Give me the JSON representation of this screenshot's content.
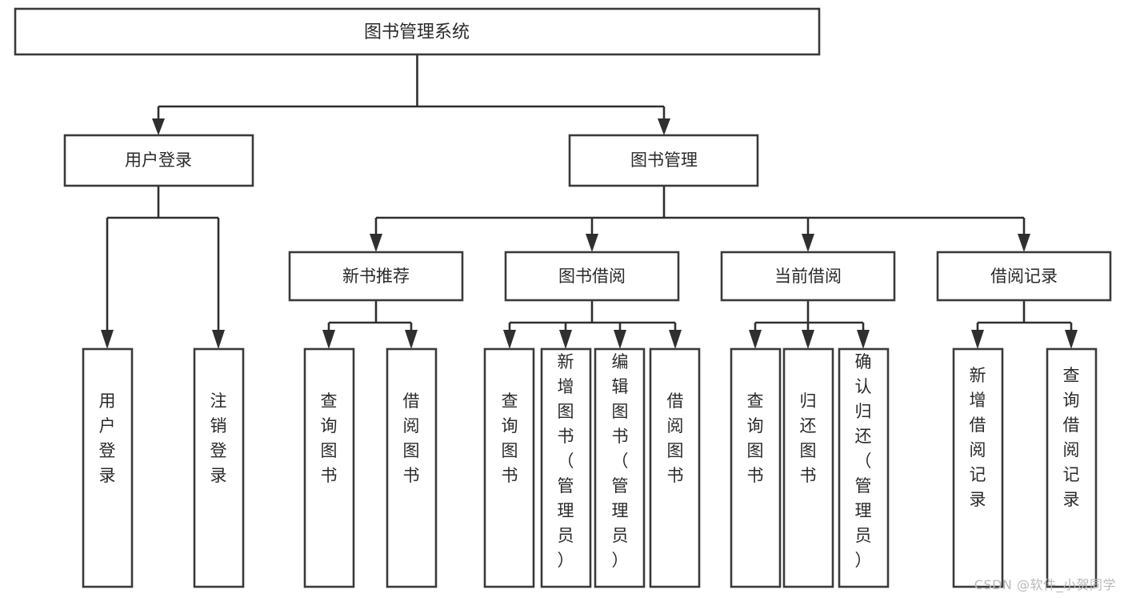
{
  "diagram": {
    "type": "tree-hierarchy-chart",
    "title_node": {
      "id": "root",
      "label": "图书管理系统"
    },
    "level2": [
      {
        "id": "login",
        "label": "用户登录"
      },
      {
        "id": "bookmgmt",
        "label": "图书管理"
      }
    ],
    "level3": [
      {
        "id": "newbook",
        "label": "新书推荐",
        "parent": "bookmgmt"
      },
      {
        "id": "borrow",
        "label": "图书借阅",
        "parent": "bookmgmt"
      },
      {
        "id": "current",
        "label": "当前借阅",
        "parent": "bookmgmt"
      },
      {
        "id": "record",
        "label": "借阅记录",
        "parent": "bookmgmt"
      }
    ],
    "leaves": {
      "login": [
        {
          "id": "leaf-user-login",
          "label": "用户登录"
        },
        {
          "id": "leaf-logout-login",
          "label": "注销登录"
        }
      ],
      "newbook": [
        {
          "id": "leaf-query-book-1",
          "label": "查询图书"
        },
        {
          "id": "leaf-borrow-book-1",
          "label": "借阅图书"
        }
      ],
      "borrow": [
        {
          "id": "leaf-query-book-2",
          "label": "查询图书"
        },
        {
          "id": "leaf-add-book",
          "label": "新增图书（管理员）"
        },
        {
          "id": "leaf-edit-book",
          "label": "编辑图书（管理员）"
        },
        {
          "id": "leaf-borrow-book-2",
          "label": "借阅图书"
        }
      ],
      "current": [
        {
          "id": "leaf-query-book-3",
          "label": "查询图书"
        },
        {
          "id": "leaf-return-book",
          "label": "归还图书"
        },
        {
          "id": "leaf-confirm-return",
          "label": "确认归还（管理员）"
        }
      ],
      "record": [
        {
          "id": "leaf-add-record",
          "label": "新增借阅记录"
        },
        {
          "id": "leaf-query-record",
          "label": "查询借阅记录"
        }
      ]
    },
    "colors": {
      "background": "#ffffff",
      "box_fill": "#ffffff",
      "box_stroke": "#3a3a3a",
      "connector": "#2f2f2f",
      "text": "#2a2a2a",
      "watermark": "#b9b9b9"
    }
  },
  "watermark": {
    "text": "CSDN @软件_小贺同学"
  }
}
